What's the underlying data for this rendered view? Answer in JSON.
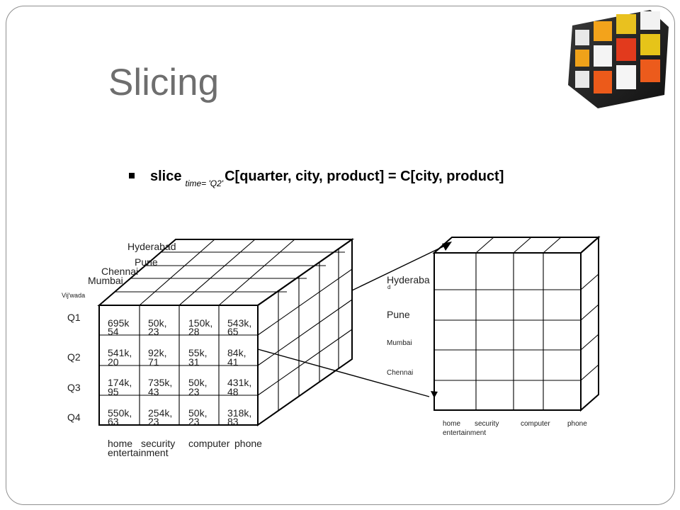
{
  "title": "Slicing",
  "formula": {
    "keyword": "slice",
    "subscript": "time= 'Q2'",
    "expression": "C[quarter, city, product] = C[city, product]"
  },
  "colors": {
    "title": "#6e6e6e",
    "lines": "#000000",
    "frame": "#8f8f8f"
  },
  "logo_icon": "rubiks-cube-icon",
  "cube": {
    "cities": [
      "Hyderabad",
      "Pune",
      "Chennai",
      "Mumbai",
      "Vij'wada"
    ],
    "quarters": [
      "Q1",
      "Q2",
      "Q3",
      "Q4"
    ],
    "products": [
      {
        "line1": "home",
        "line2": "entertainment"
      },
      {
        "line1": "security",
        "line2": ""
      },
      {
        "line1": "computer",
        "line2": ""
      },
      {
        "line1": "phone",
        "line2": ""
      }
    ],
    "cells": [
      [
        [
          "695k",
          "54"
        ],
        [
          "50k,",
          "23"
        ],
        [
          "150k,",
          "28"
        ],
        [
          "543k,",
          "65"
        ]
      ],
      [
        [
          "541k,",
          "20"
        ],
        [
          "92k,",
          "71"
        ],
        [
          "55k,",
          "31"
        ],
        [
          "84k,",
          "41"
        ]
      ],
      [
        [
          "174k,",
          "95"
        ],
        [
          "735k,",
          "43"
        ],
        [
          "50k,",
          "23"
        ],
        [
          "431k,",
          "48"
        ]
      ],
      [
        [
          "550k,",
          "63"
        ],
        [
          "254k,",
          "23"
        ],
        [
          "50k,",
          "23"
        ],
        [
          "318k,",
          "83"
        ]
      ]
    ]
  },
  "slice": {
    "cities": [
      {
        "line1": "Hyderaba",
        "line2": "d"
      },
      {
        "line1": "Pune",
        "line2": ""
      },
      {
        "line1": "Mumbai",
        "line2": ""
      },
      {
        "line1": "Chennai",
        "line2": ""
      }
    ],
    "products": [
      "home",
      "security",
      "computer",
      "phone"
    ],
    "products_line2": "entertainment"
  }
}
